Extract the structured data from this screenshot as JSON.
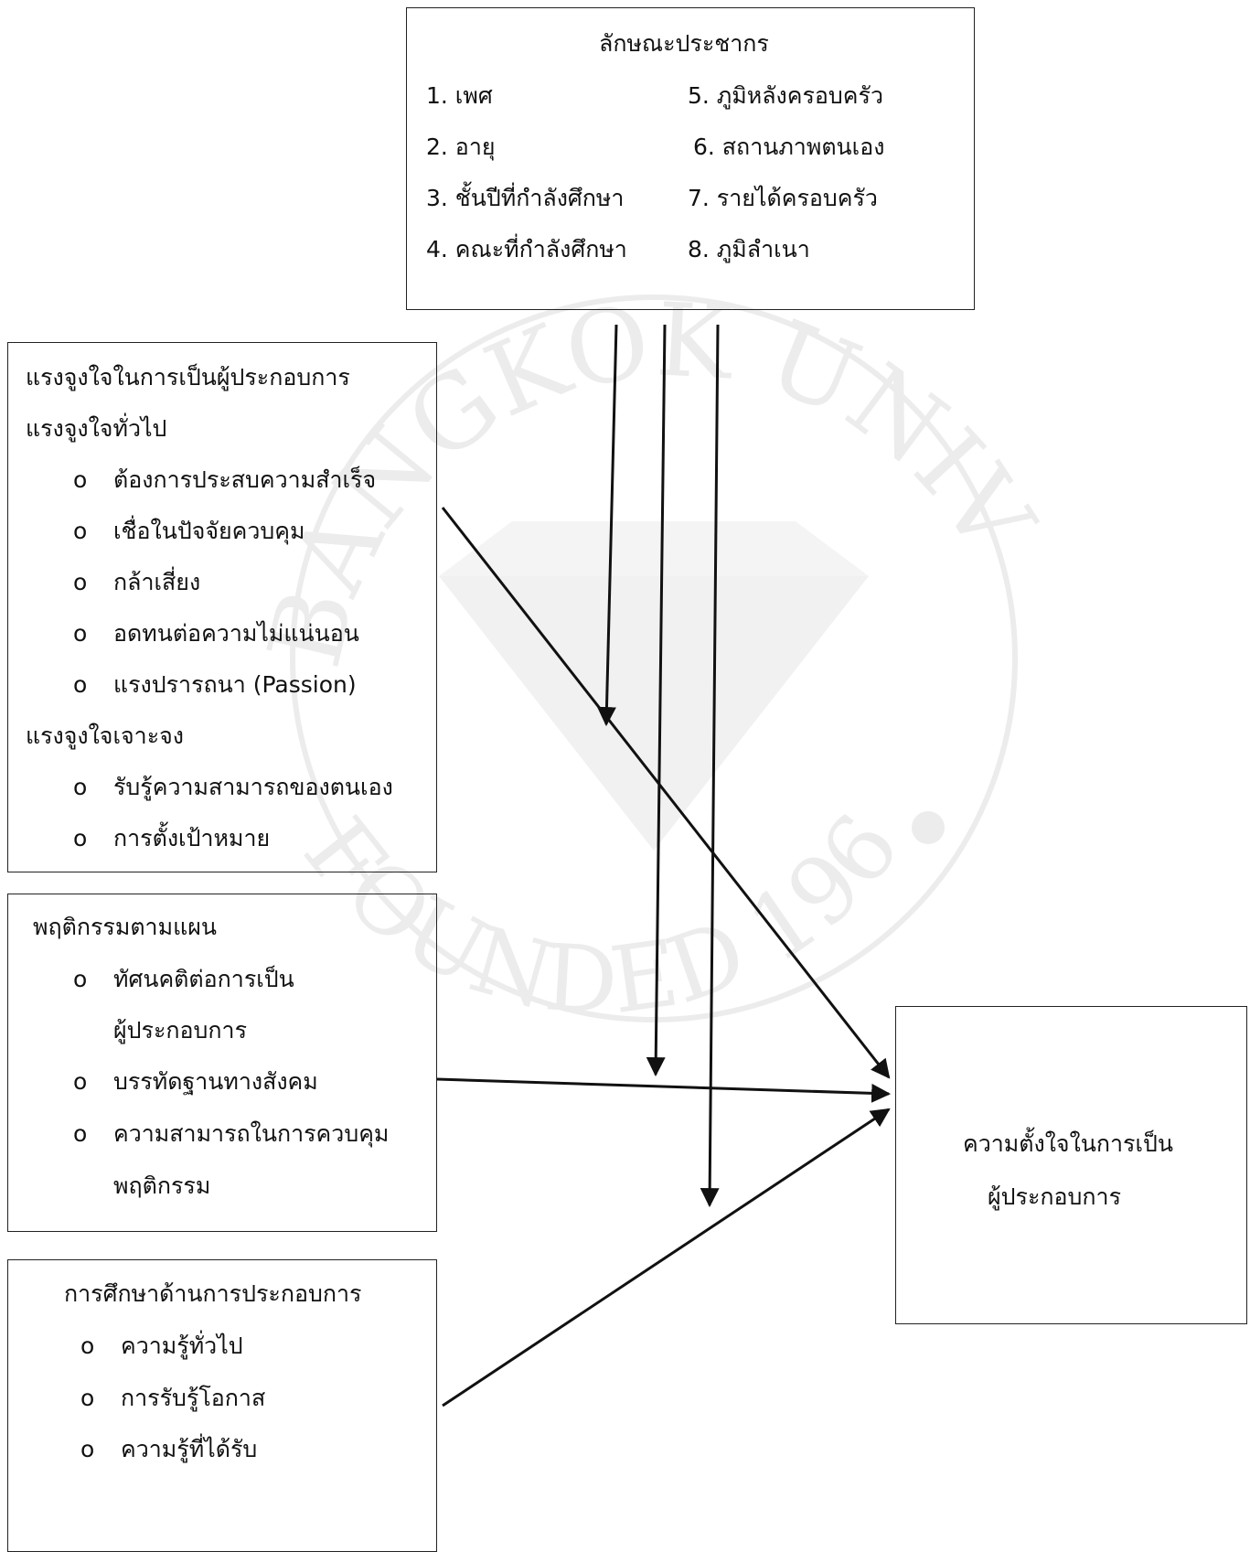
{
  "watermark": {
    "university": "BANGKOK UNIVERSITY",
    "founded": "FOUNDED 1962",
    "color": "#e8e8e8"
  },
  "demographics": {
    "title": "ลักษณะประชากร",
    "items_left": [
      "1. เพศ",
      "2. อายุ",
      "3. ชั้นปีที่กำลังศึกษา",
      "4. คณะที่กำลังศึกษา"
    ],
    "items_right": [
      "5. ภูมิหลังครอบครัว",
      "6. สถานภาพตนเอง",
      "7. รายได้ครอบครัว",
      "8. ภูมิลำเนา"
    ]
  },
  "motivation": {
    "title": "แรงจูงใจในการเป็นผู้ประกอบการ",
    "general_heading": "แรงจูงใจทั่วไป",
    "general_items": [
      "ต้องการประสบความสำเร็จ",
      "เชื่อในปัจจัยควบคุม",
      "กล้าเสี่ยง",
      "อดทนต่อความไม่แน่นอน",
      "แรงปรารถนา (Passion)"
    ],
    "specific_heading": "แรงจูงใจเจาะจง",
    "specific_items": [
      "รับรู้ความสามารถของตนเอง",
      "การตั้งเป้าหมาย"
    ]
  },
  "planned_behavior": {
    "title": "พฤติกรรมตามแผน",
    "item1_line1": "ทัศนคติต่อการเป็น",
    "item1_line2": "ผู้ประกอบการ",
    "item2": "บรรทัดฐานทางสังคม",
    "item3_line1": "ความสามารถในการควบคุม",
    "item3_line2": "พฤติกรรม"
  },
  "education": {
    "title": "การศึกษาด้านการประกอบการ",
    "items": [
      "ความรู้ทั่วไป",
      "การรับรู้โอกาส",
      "ความรู้ที่ได้รับ"
    ]
  },
  "outcome": {
    "line1": "ความตั้งใจในการเป็น",
    "line2": "ผู้ประกอบการ"
  },
  "bullet_symbol": "o"
}
